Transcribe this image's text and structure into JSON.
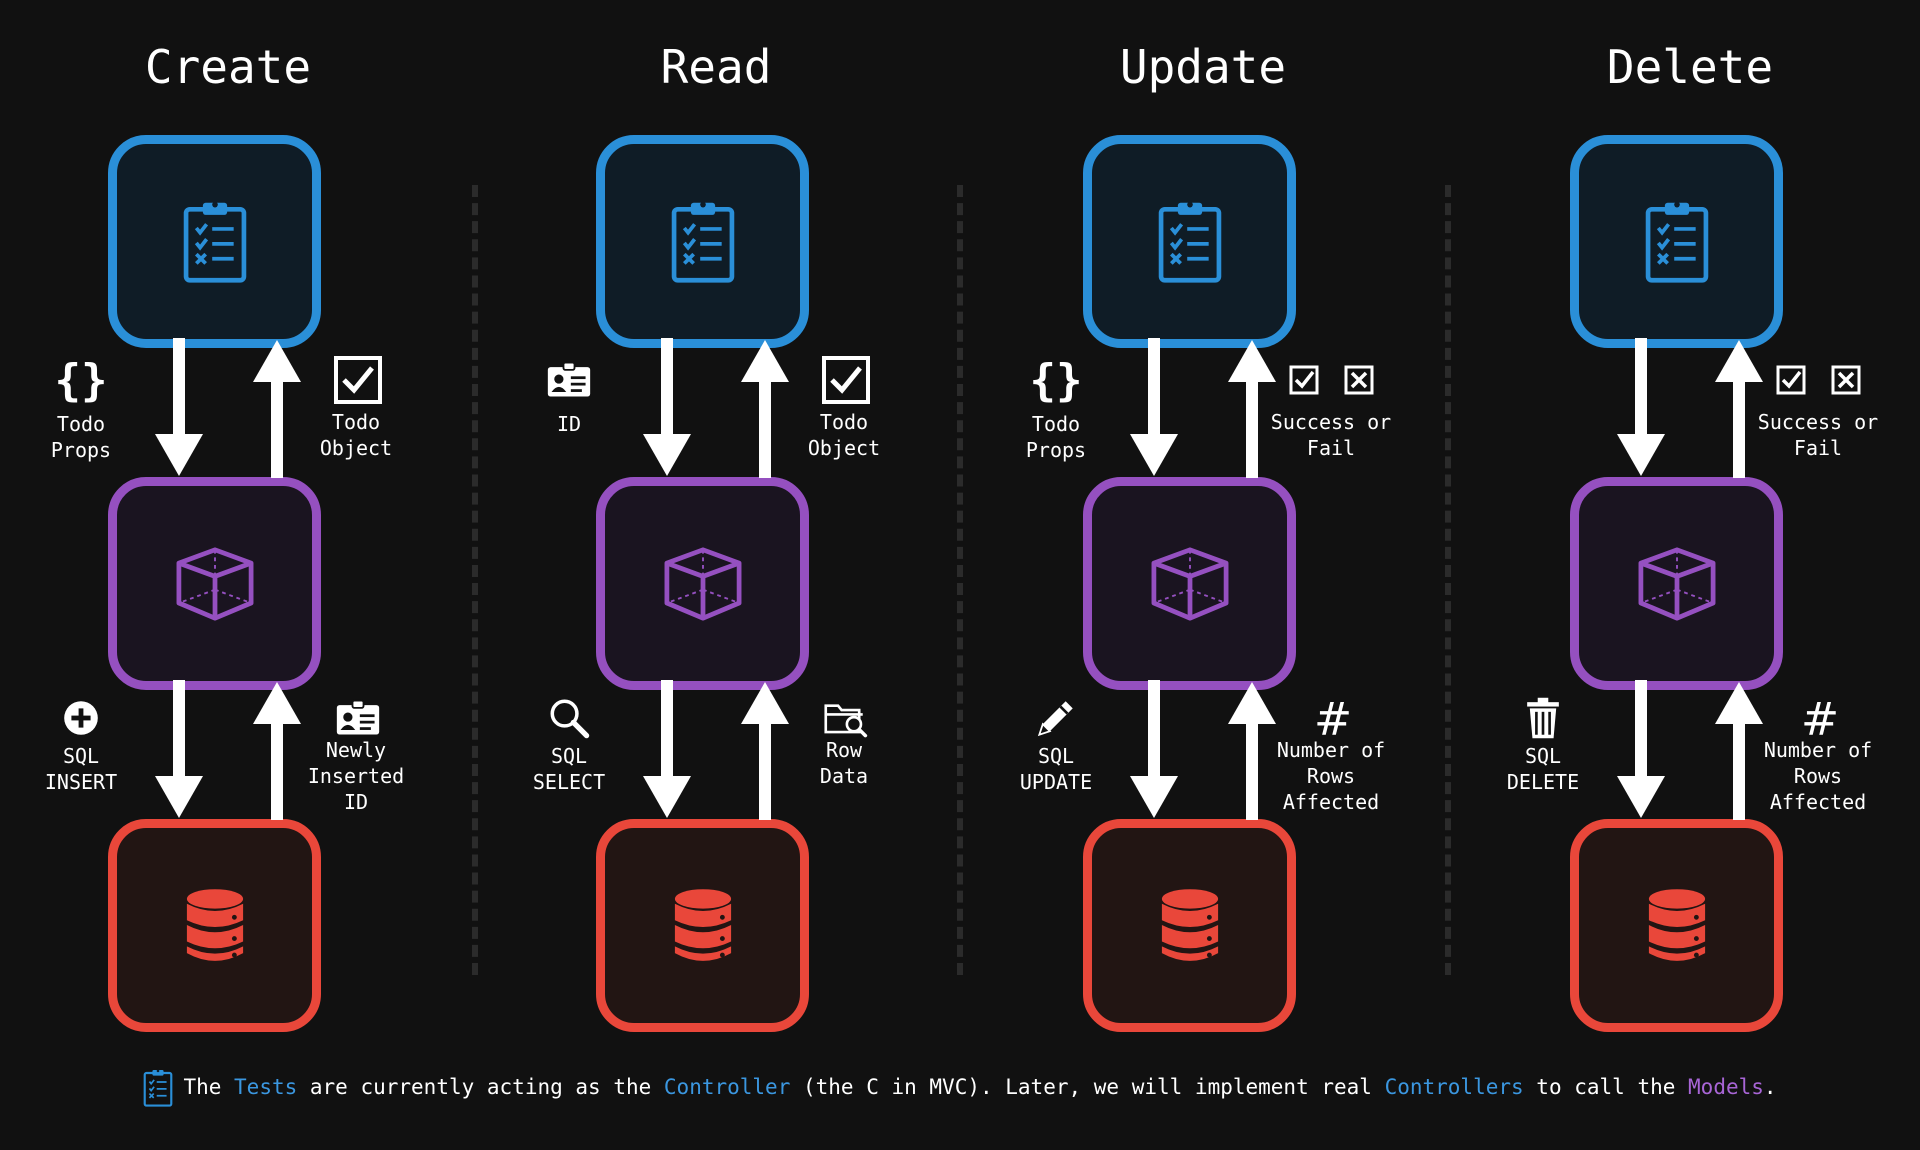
{
  "columns": [
    {
      "title": "Create",
      "down_top": {
        "label": "Todo\nProps",
        "icon": "braces-icon"
      },
      "up_top": {
        "label": "Todo\nObject",
        "icon": "checkbox-checked-icon"
      },
      "down_bottom": {
        "label": "SQL\nINSERT",
        "icon": "plus-circle-icon"
      },
      "up_bottom": {
        "label": "Newly\nInserted\nID",
        "icon": "id-card-icon"
      }
    },
    {
      "title": "Read",
      "down_top": {
        "label": "ID",
        "icon": "id-card-icon"
      },
      "up_top": {
        "label": "Todo\nObject",
        "icon": "checkbox-checked-icon"
      },
      "down_bottom": {
        "label": "SQL\nSELECT",
        "icon": "magnifier-icon"
      },
      "up_bottom": {
        "label": "Row\nData",
        "icon": "folder-search-icon"
      }
    },
    {
      "title": "Update",
      "down_top": {
        "label": "Todo\nProps",
        "icon": "braces-icon"
      },
      "up_top": {
        "label": "Success or\nFail",
        "icon": "check-and-cross-boxes-icon"
      },
      "down_bottom": {
        "label": "SQL\nUPDATE",
        "icon": "pencil-icon"
      },
      "up_bottom": {
        "label": "Number of\nRows\nAffected",
        "icon": "hash-icon"
      }
    },
    {
      "title": "Delete",
      "down_top": {
        "label": "",
        "icon": ""
      },
      "up_top": {
        "label": "Success or\nFail",
        "icon": "check-and-cross-boxes-icon"
      },
      "down_bottom": {
        "label": "SQL\nDELETE",
        "icon": "trash-icon"
      },
      "up_bottom": {
        "label": "Number of\nRows\nAffected",
        "icon": "hash-icon"
      }
    }
  ],
  "footer": {
    "t1": "The ",
    "t2": "Tests",
    "t3": " are currently acting as the ",
    "t4": "Controller",
    "t5": " (the C in MVC). Later, we will implement real ",
    "t6": "Controllers",
    "t7": " to call the ",
    "t8": "Models",
    "t9": "."
  },
  "colors": {
    "tests_border": "#2a8fd8",
    "model_border": "#9550c0",
    "db_border": "#e9473a",
    "link_blue": "#3b97e0",
    "link_purple": "#a865d6"
  }
}
